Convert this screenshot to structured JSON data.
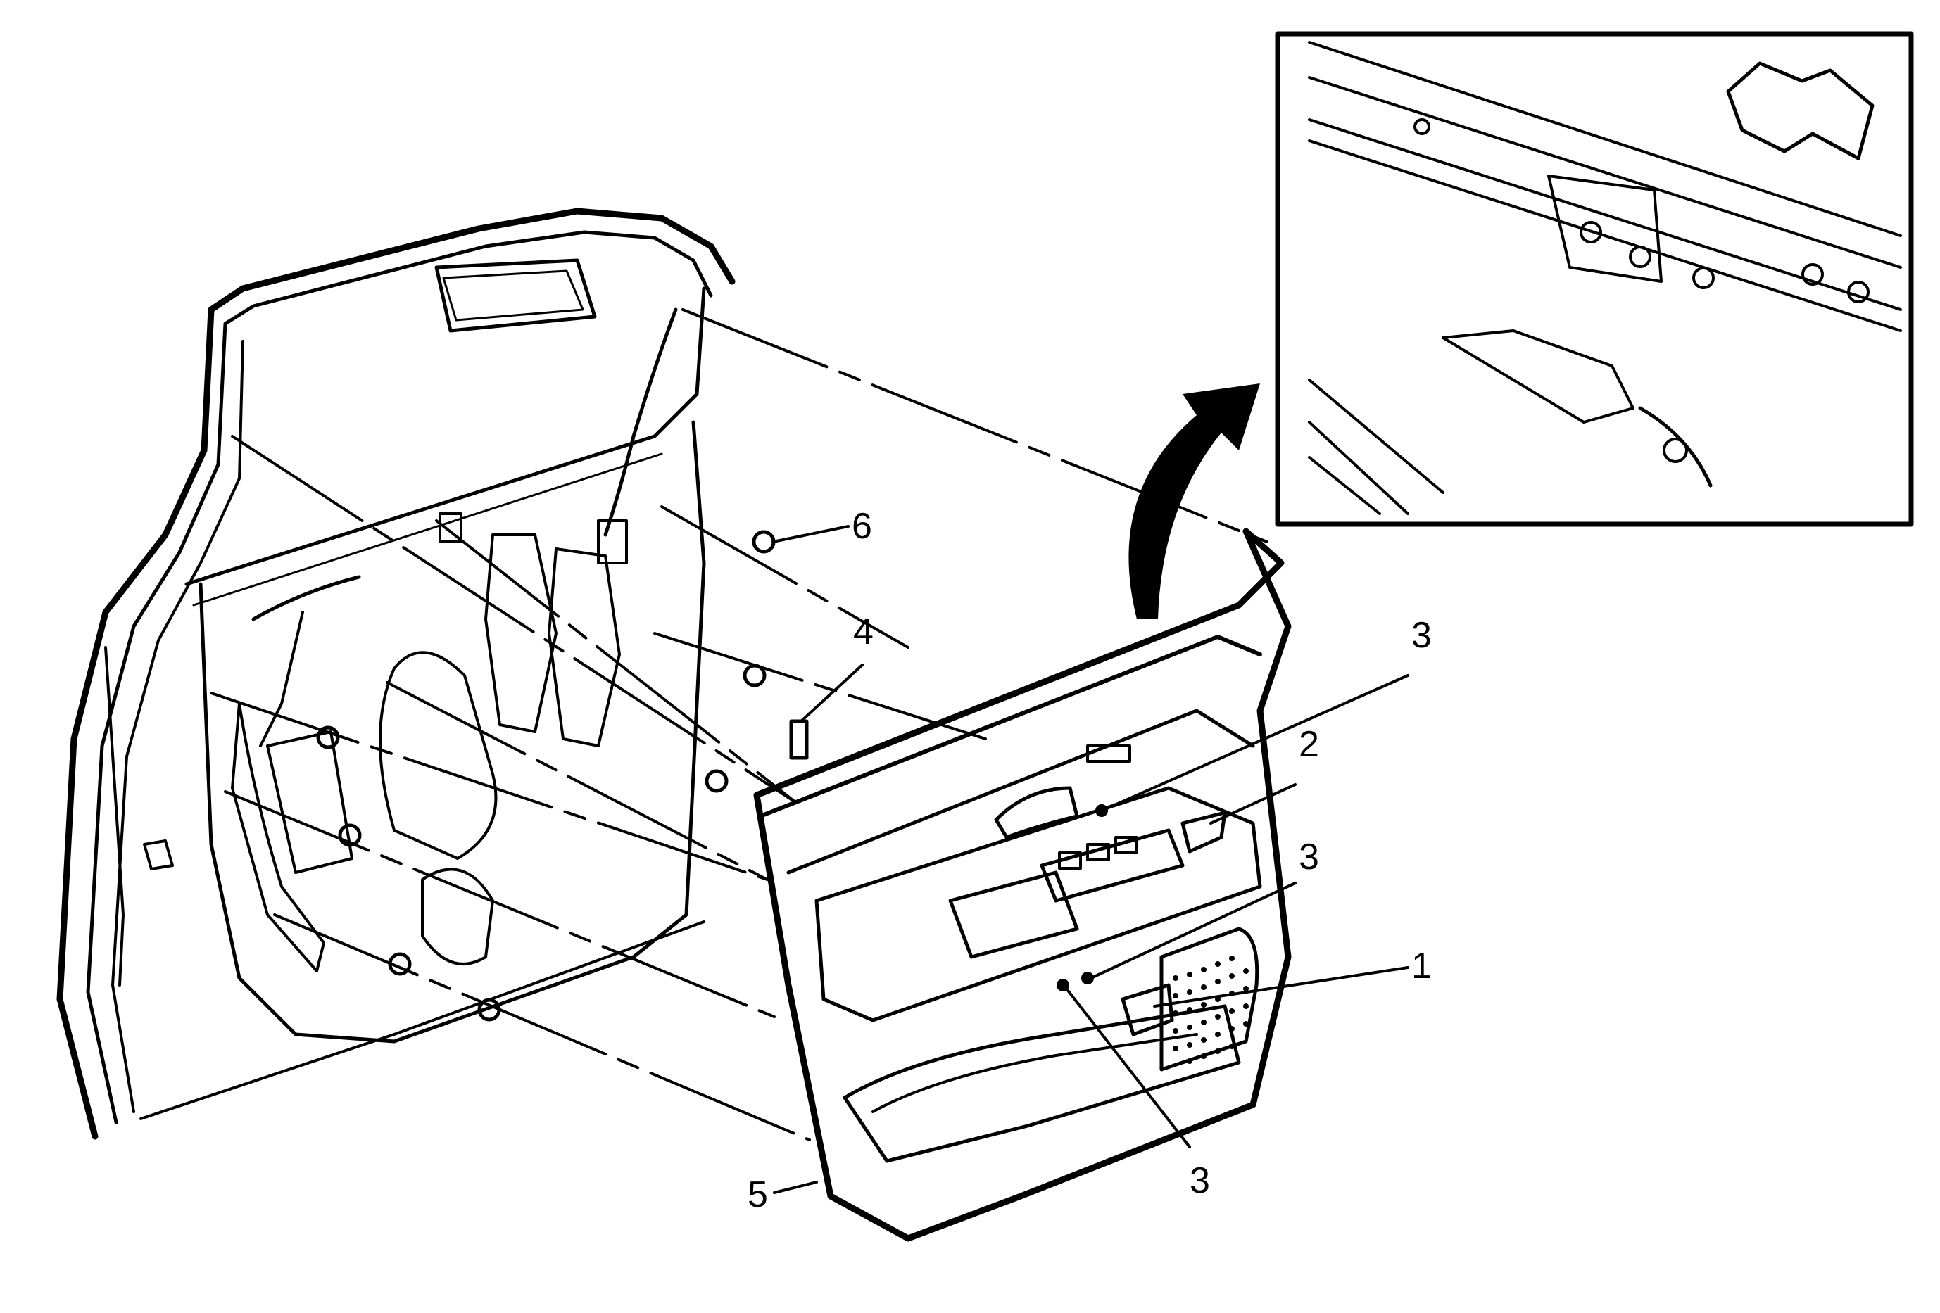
{
  "callouts": {
    "c1": "1",
    "c2": "2",
    "c3a": "3",
    "c3b": "3",
    "c3c": "3",
    "c4": "4",
    "c5": "5",
    "c6": "6"
  }
}
